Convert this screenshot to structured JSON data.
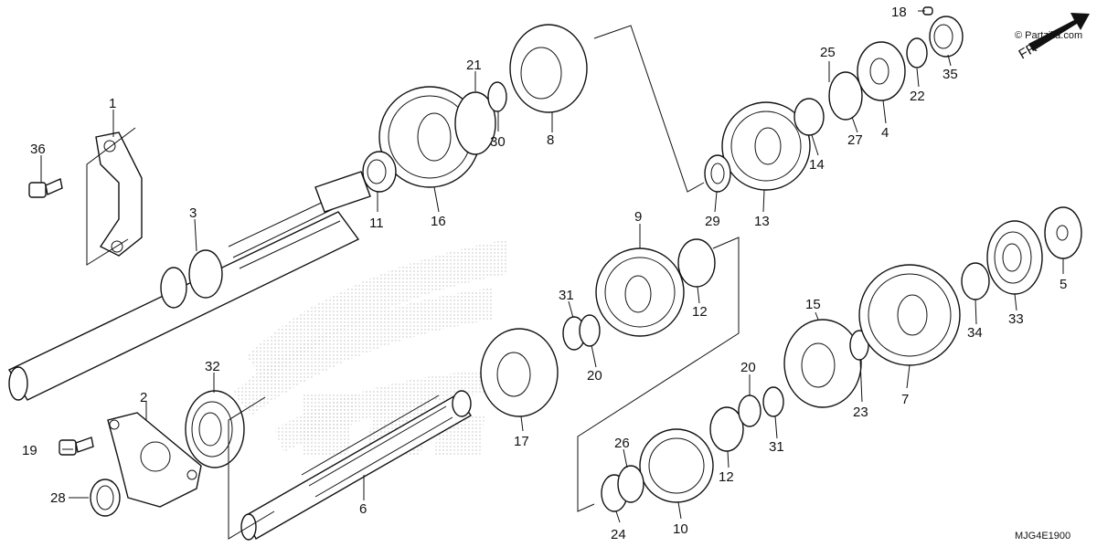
{
  "copyright": "© Partzilla.com",
  "direction_label": "FR",
  "diagram_code": "MJG4E1900",
  "watermark": {
    "color": "#c8c8c8"
  },
  "callouts": [
    {
      "id": "c1",
      "text": "1"
    },
    {
      "id": "c2",
      "text": "2"
    },
    {
      "id": "c3",
      "text": "3"
    },
    {
      "id": "c4",
      "text": "4"
    },
    {
      "id": "c5",
      "text": "5"
    },
    {
      "id": "c6",
      "text": "6"
    },
    {
      "id": "c7",
      "text": "7"
    },
    {
      "id": "c8",
      "text": "8"
    },
    {
      "id": "c9",
      "text": "9"
    },
    {
      "id": "c10",
      "text": "10"
    },
    {
      "id": "c11",
      "text": "11"
    },
    {
      "id": "c12a",
      "text": "12"
    },
    {
      "id": "c12b",
      "text": "12"
    },
    {
      "id": "c13",
      "text": "13"
    },
    {
      "id": "c14",
      "text": "14"
    },
    {
      "id": "c15",
      "text": "15"
    },
    {
      "id": "c16",
      "text": "16"
    },
    {
      "id": "c17",
      "text": "17"
    },
    {
      "id": "c18",
      "text": "18"
    },
    {
      "id": "c19",
      "text": "19"
    },
    {
      "id": "c20a",
      "text": "20"
    },
    {
      "id": "c20b",
      "text": "20"
    },
    {
      "id": "c21",
      "text": "21"
    },
    {
      "id": "c22",
      "text": "22"
    },
    {
      "id": "c23",
      "text": "23"
    },
    {
      "id": "c24",
      "text": "24"
    },
    {
      "id": "c25",
      "text": "25"
    },
    {
      "id": "c26",
      "text": "26"
    },
    {
      "id": "c27",
      "text": "27"
    },
    {
      "id": "c28",
      "text": "28"
    },
    {
      "id": "c29",
      "text": "29"
    },
    {
      "id": "c30",
      "text": "30"
    },
    {
      "id": "c31a",
      "text": "31"
    },
    {
      "id": "c31b",
      "text": "31"
    },
    {
      "id": "c32",
      "text": "32"
    },
    {
      "id": "c33",
      "text": "33"
    },
    {
      "id": "c34",
      "text": "34"
    },
    {
      "id": "c35",
      "text": "35"
    },
    {
      "id": "c36",
      "text": "36"
    }
  ]
}
